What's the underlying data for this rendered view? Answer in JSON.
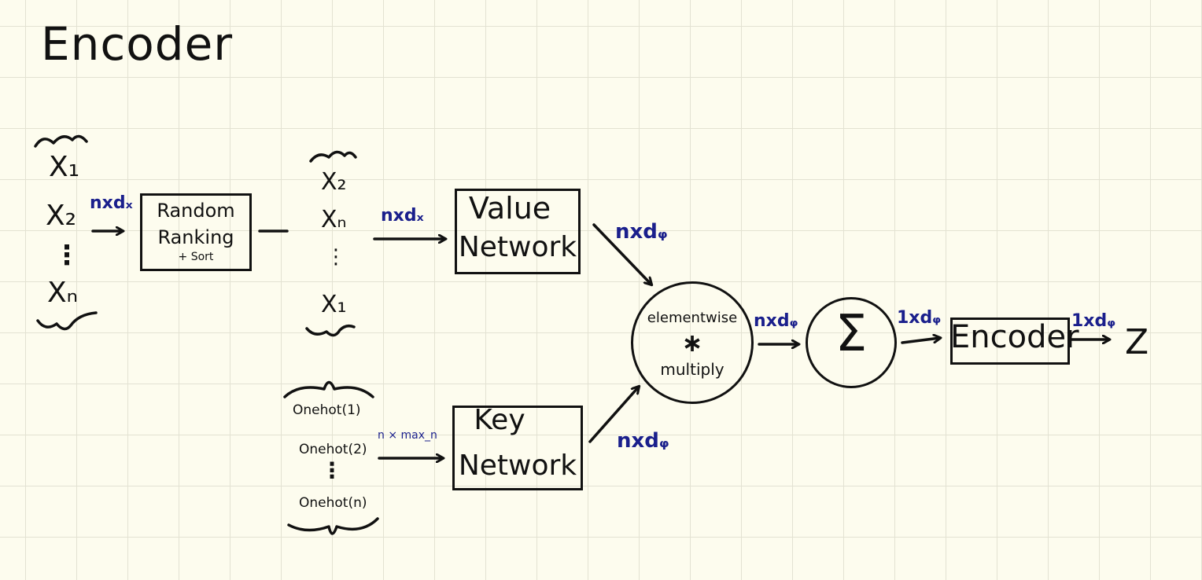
{
  "title": "Encoder",
  "inputs": {
    "sequence": [
      "X₁",
      "X₂",
      "⋮",
      "Xₙ"
    ],
    "shape": "nxdₓ"
  },
  "random_ranking": {
    "line1": "Random",
    "line2": "Ranking",
    "line3": "+ Sort"
  },
  "permuted": {
    "sequence": [
      "X₂",
      "Xₙ",
      "⋮",
      "X₁"
    ],
    "shape": "nxdₓ"
  },
  "value_network": {
    "line1": "Value",
    "line2": "Network",
    "out_shape": "nxdᵩ"
  },
  "onehots": {
    "sequence": [
      "Onehot(1)",
      "Onehot(2)",
      "⋮",
      "Onehot(n)"
    ],
    "shape": "n × max_n"
  },
  "key_network": {
    "line1": "Key",
    "line2": "Network",
    "out_shape": "nxdᵩ"
  },
  "multiply": {
    "line1": "elementwise",
    "symbol": "∗",
    "line2": "multiply",
    "out_shape": "nxdᵩ"
  },
  "sum": {
    "symbol": "Σ",
    "out_shape": "1xdᵩ"
  },
  "encoder_box": {
    "label": "Encoder",
    "out_shape": "1xdᵩ"
  },
  "output": "Z"
}
